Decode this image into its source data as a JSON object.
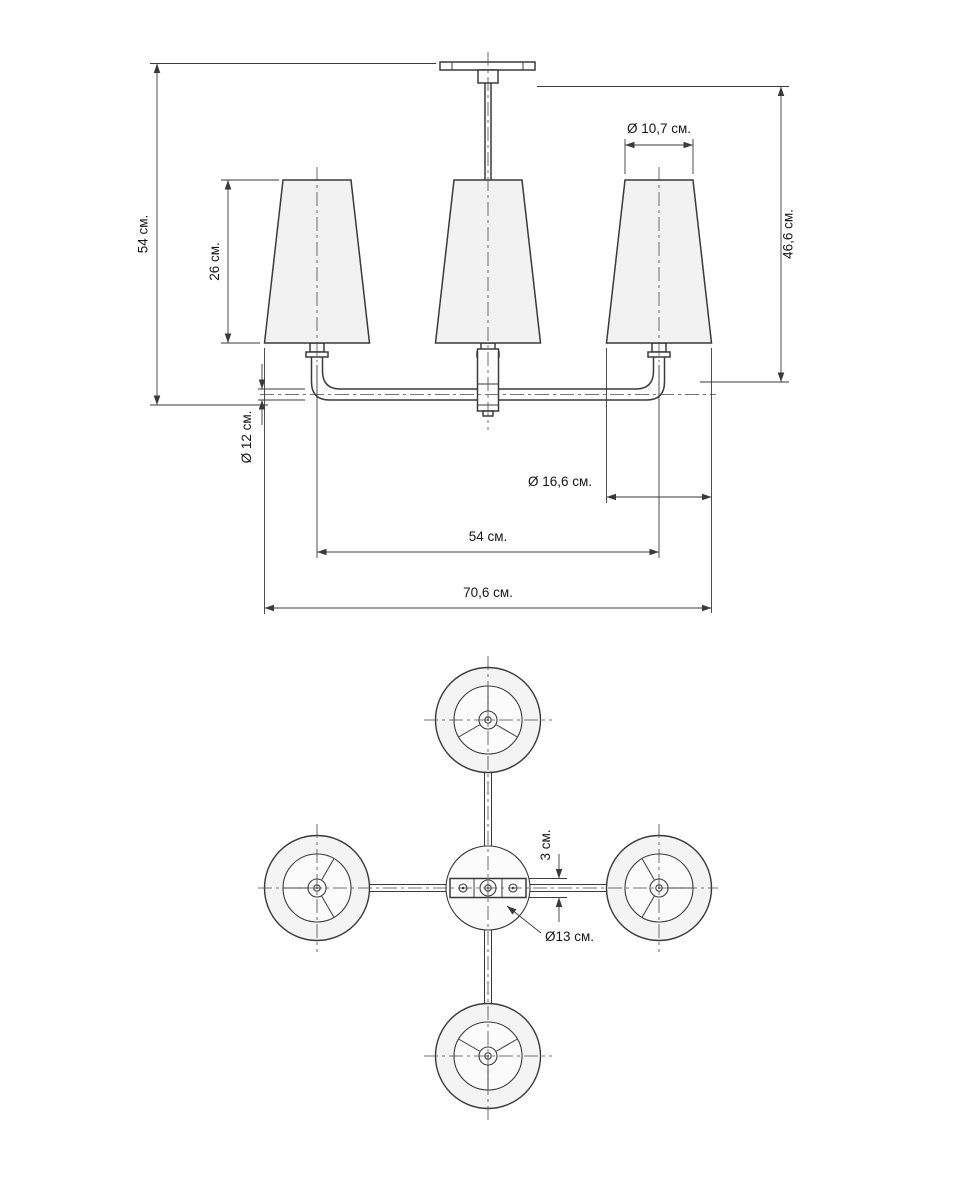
{
  "drawing": {
    "elevation": {
      "overall_height": "54 см.",
      "shade_height": "26 см.",
      "shade_top_diameter": "Ø 10,7 см.",
      "hanging_height": "46,6 см.",
      "stem_diameter": "Ø 12 см.",
      "shade_bottom_diameter": "Ø 16,6 см.",
      "arm_span": "54 см.",
      "overall_width": "70,6 см."
    },
    "plan": {
      "mount_plate_height": "3 см.",
      "hub_diameter": "Ø13 см."
    }
  }
}
